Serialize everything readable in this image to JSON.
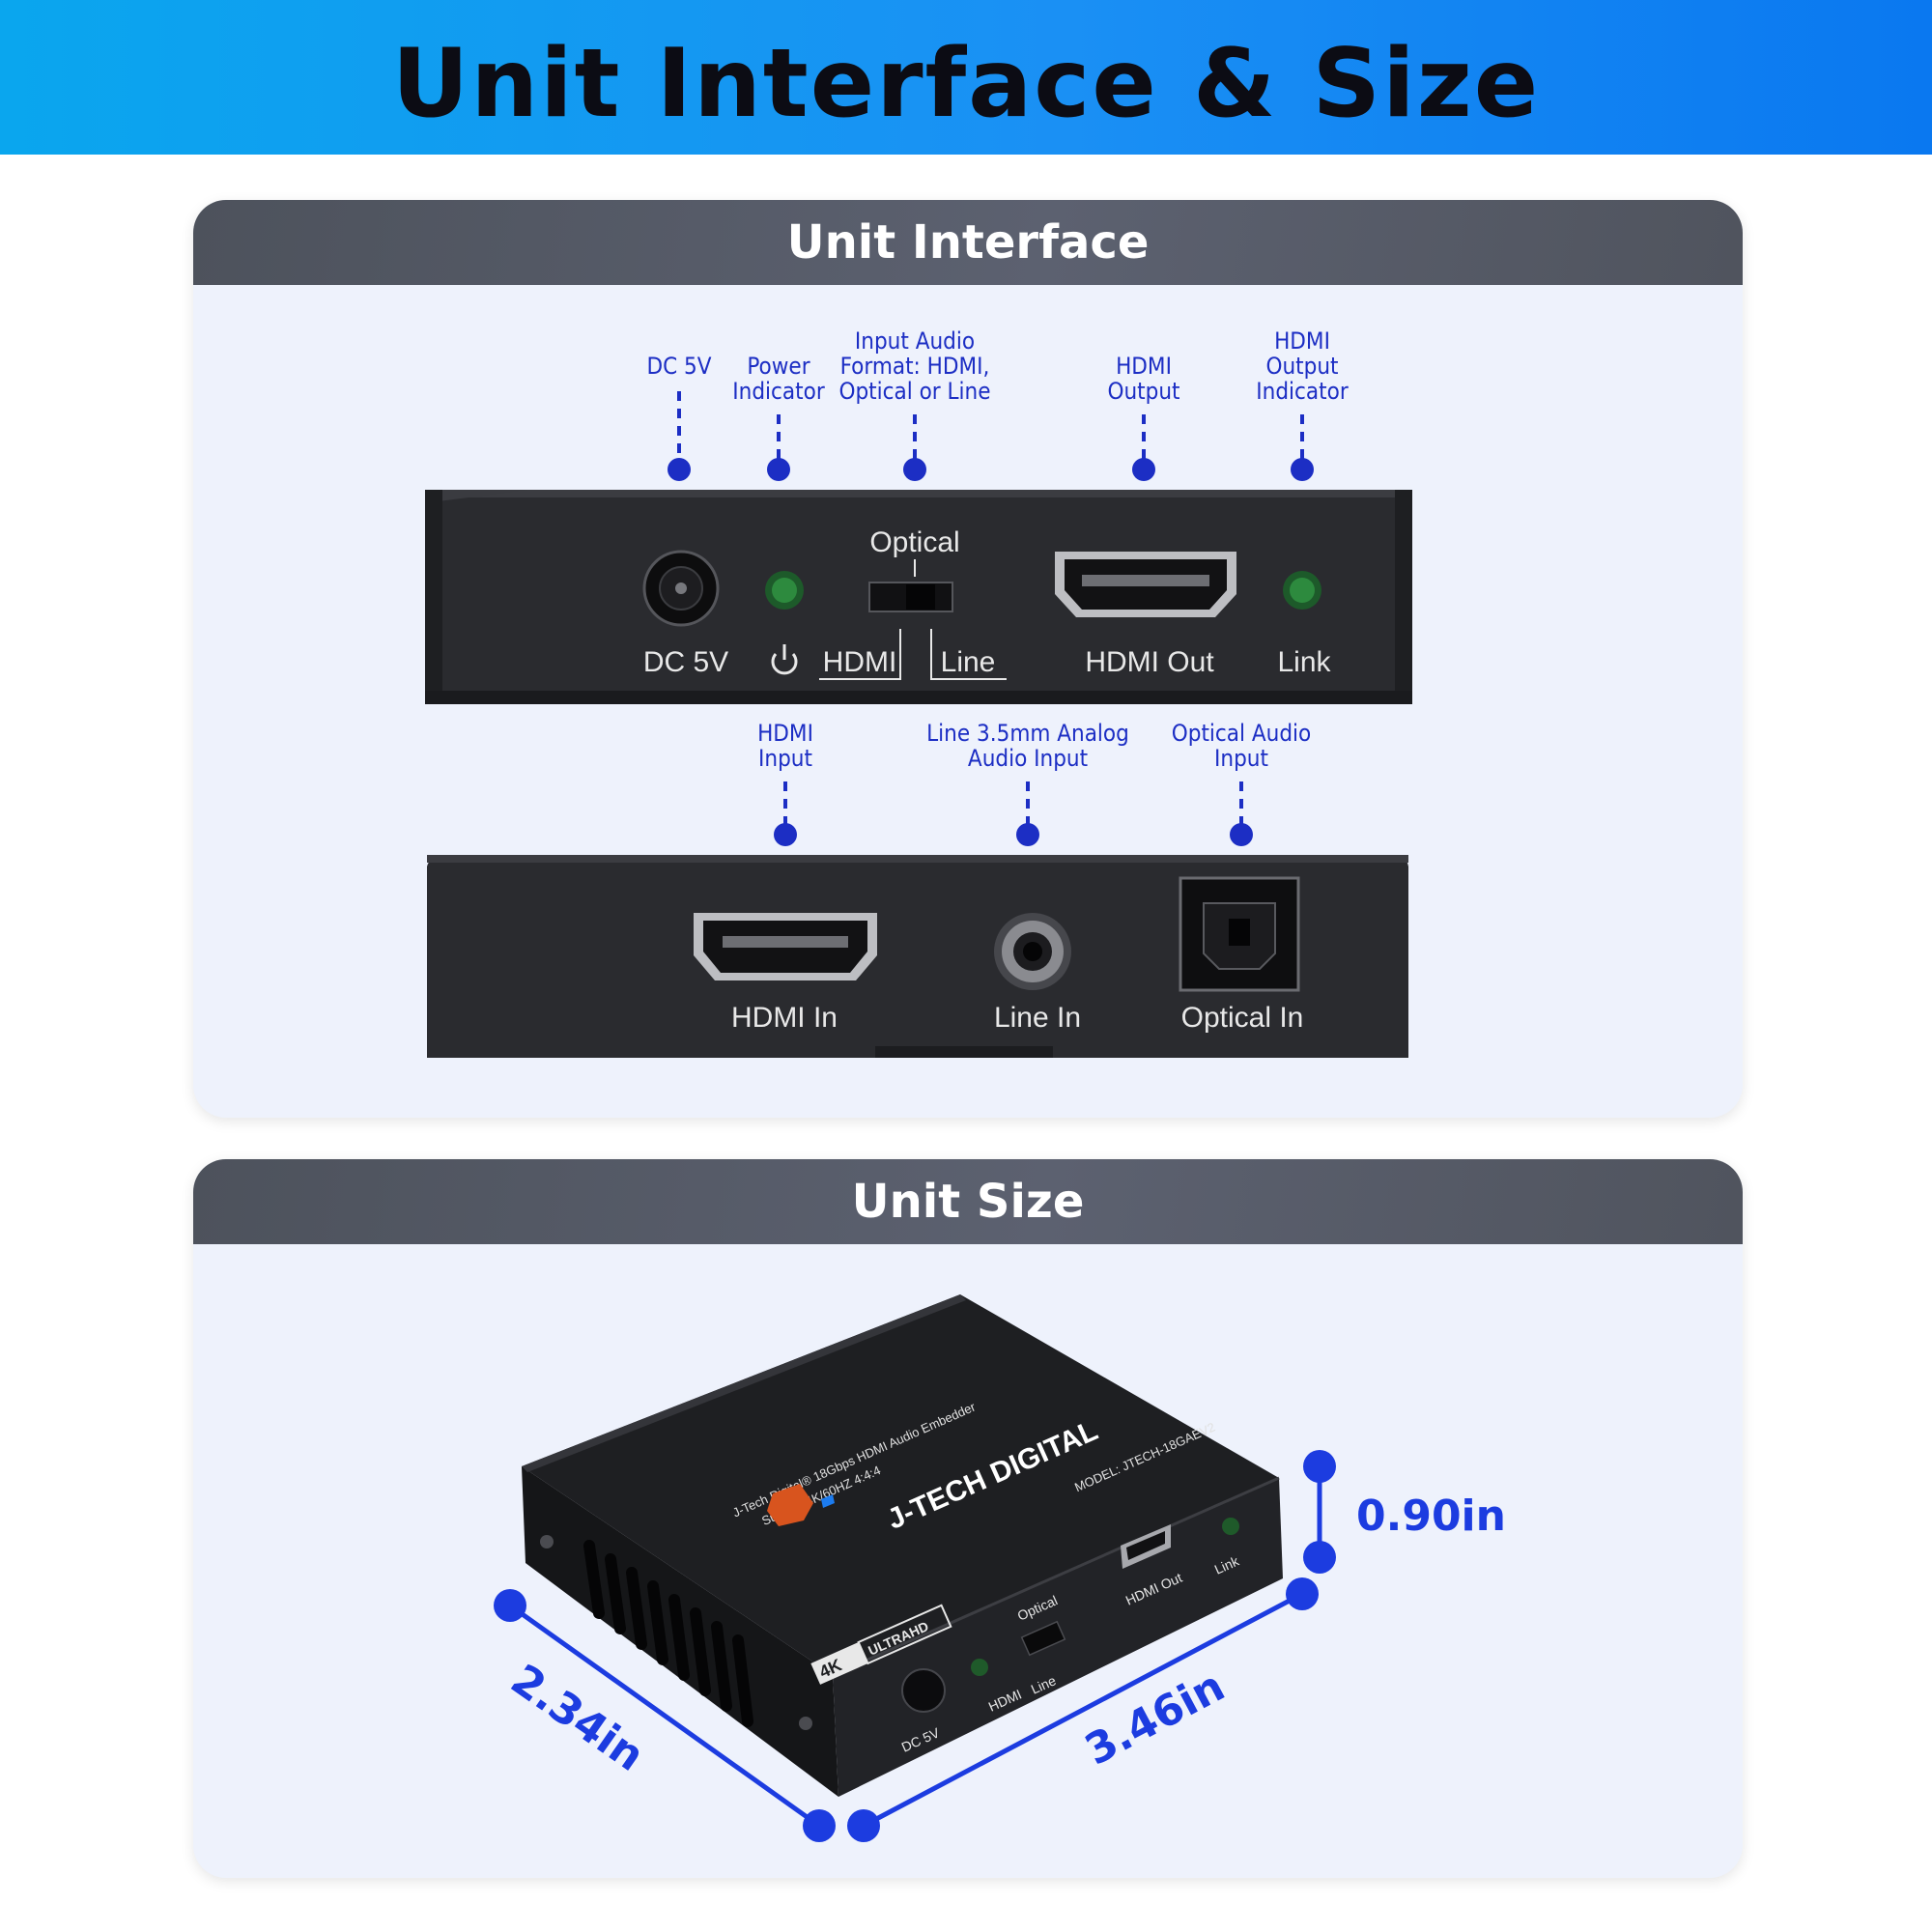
{
  "banner": {
    "title": "Unit Interface & Size"
  },
  "interface_card": {
    "title": "Unit Interface",
    "top_callouts": {
      "dc": [
        "DC 5V"
      ],
      "power": [
        "Power",
        "Indicator"
      ],
      "format": [
        "Input Audio",
        "Format: HDMI,",
        "Optical or Line"
      ],
      "hdmi_out": [
        "HDMI",
        "Output"
      ],
      "hdmi_out_ind": [
        "HDMI",
        "Output",
        "Indicator"
      ]
    },
    "front_panel": {
      "optical": "Optical",
      "dc": "DC 5V",
      "hdmi": "HDMI",
      "line": "Line",
      "hdmi_out": "HDMI Out",
      "link": "Link"
    },
    "bottom_callouts": {
      "hdmi_in": [
        "HDMI",
        "Input"
      ],
      "line_in": [
        "Line 3.5mm Analog",
        "Audio Input"
      ],
      "optical_in": [
        "Optical Audio",
        "Input"
      ]
    },
    "rear_panel": {
      "hdmi_in": "HDMI In",
      "line_in": "Line In",
      "optical_in": "Optical In"
    }
  },
  "size_card": {
    "title": "Unit Size",
    "height": "0.90in",
    "depth": "2.34in",
    "width": "3.46in",
    "device": {
      "brand": "J-TECH DIGITAL",
      "product_line1": "J-Tech Digital® 18Gbps HDMI Audio Embedder",
      "product_line2": "Support 4K/60HZ 4:4:4",
      "model": "MODEL: JTECH-18GAEV2",
      "badge_4k": "4K",
      "badge_uhd": "ULTRAHD",
      "dc": "DC 5V",
      "hdmi": "HDMI",
      "line": "Line",
      "optical": "Optical",
      "hdmi_out": "HDMI Out",
      "link": "Link"
    }
  },
  "colors": {
    "accent": "#1c3ce0",
    "callout": "#1c2ec4",
    "banner": "#0a98f0",
    "card_head": "#555a66"
  }
}
